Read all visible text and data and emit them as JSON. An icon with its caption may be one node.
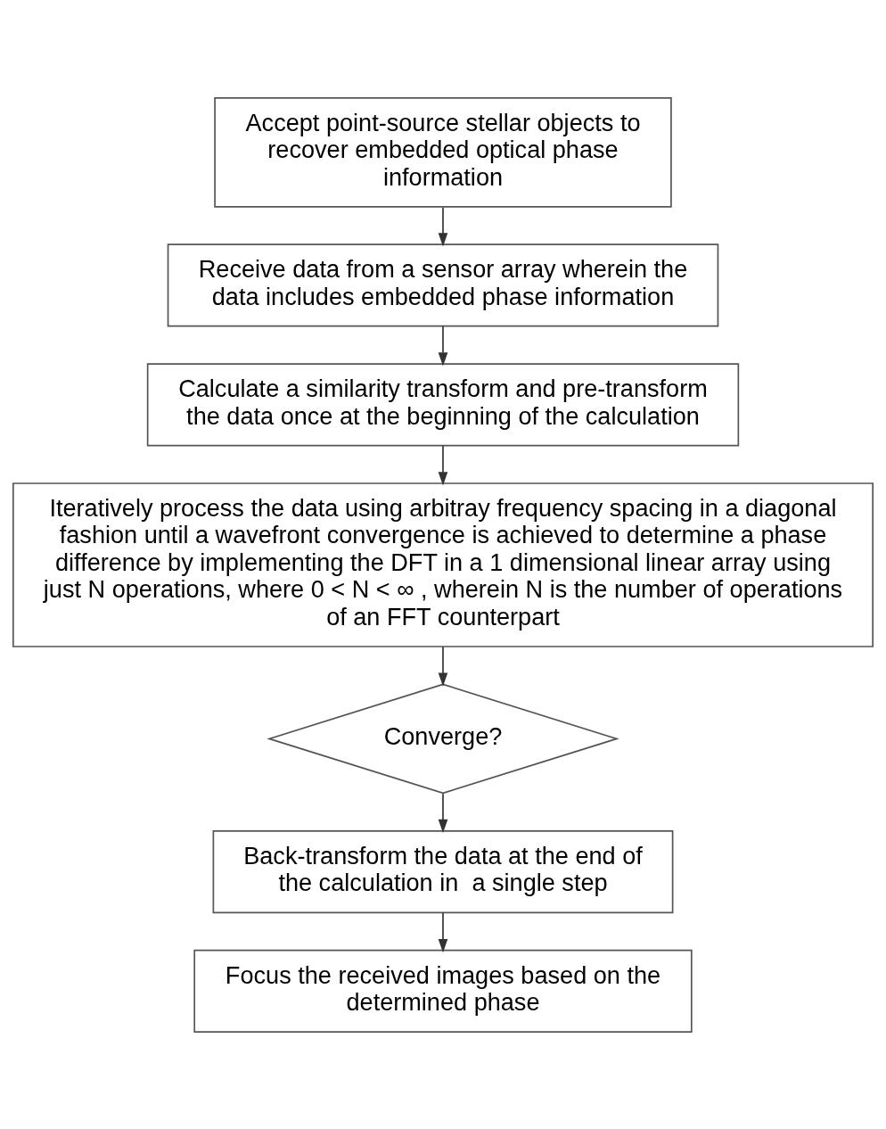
{
  "diagram": {
    "nodes": [
      {
        "text": [
          "Accept point-source stellar objects to recover embedded optical phase information"
        ]
      },
      {
        "text": [
          "Receive data from a sensor array wherein the data includes embedded phase information"
        ]
      },
      {
        "text": [
          "Calculate a similarity transform and pre-transform the data once at the beginning of the calculation"
        ]
      },
      {
        "text": [
          "Iteratively process the data using arbitray frequency spacing in a diagonal fashion until a wavefront convergence is achieved to determine a phase difference by implementing the DFT in a 1 dimensional linear array using just N operations, where 0 < N < ∞ , wherein N is the number of operations of an FFT counterpart"
        ]
      },
      {
        "text": [
          "Converge?"
        ]
      },
      {
        "text": [
          "Back-transform the data at the end of the calculation in  a single step"
        ]
      },
      {
        "text": [
          "Focus the received images based on the determined phase"
        ]
      }
    ],
    "edges": [
      {
        "from": 0,
        "to": 1,
        "arrow": "to"
      },
      {
        "from": 1,
        "to": 2,
        "arrow": "to"
      },
      {
        "from": 2,
        "to": 3,
        "arrow": "to"
      },
      {
        "from": 3,
        "to": 4,
        "arrow": "to"
      },
      {
        "from": 4,
        "to": 5,
        "arrow": "to"
      },
      {
        "from": 5,
        "to": 6,
        "arrow": "to"
      }
    ]
  }
}
